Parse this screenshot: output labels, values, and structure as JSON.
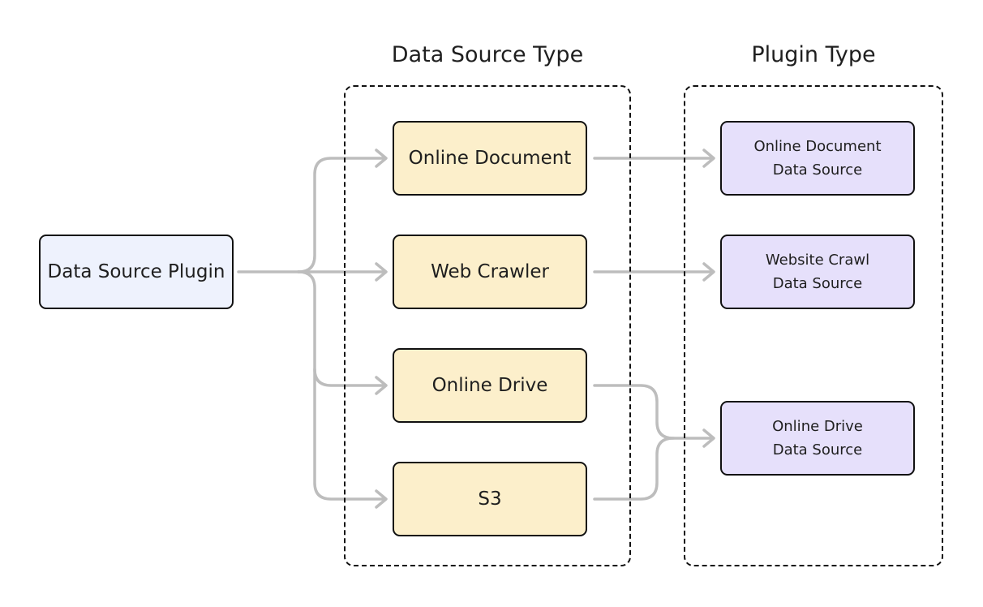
{
  "groups": {
    "data_source_type_title": "Data Source Type",
    "plugin_type_title": "Plugin Type"
  },
  "nodes": {
    "root": "Data Source Plugin",
    "online_document": "Online Document",
    "web_crawler": "Web Crawler",
    "online_drive": "Online Drive",
    "s3": "S3",
    "online_document_ds": "Online Document\nData Source",
    "website_crawl_ds": "Website Crawl\nData Source",
    "online_drive_ds": "Online Drive\nData Source"
  },
  "colors": {
    "root_fill": "#eef2fd",
    "type_fill": "#fcefcb",
    "plugin_fill": "#e6e0fb",
    "connector": "#bdbdbd",
    "border": "#111111"
  }
}
